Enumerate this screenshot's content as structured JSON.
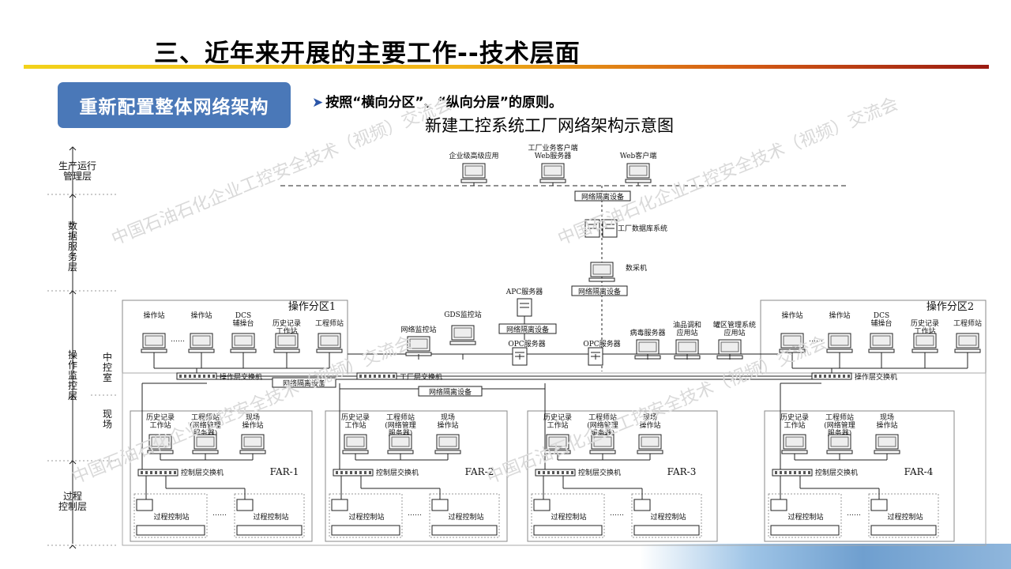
{
  "header": {
    "title": "三、近年来开展的主要工作--技术层面"
  },
  "section": {
    "label": "重新配置整体网络架构",
    "bullet": "按照“横向分区”、“纵向分层”的原则。"
  },
  "diagram": {
    "title": "新建工控系统工厂网络架构示意图",
    "layers": {
      "production": "生产运行\n管理层",
      "data_service": "数\n据\n服\n务\n层",
      "operation": "操\n作\n监\n控\n层",
      "central_room": "中\n控\n室",
      "field": "现\n场",
      "process": "过程\n控制层"
    },
    "top_clients": {
      "enterprise": "企业级高级应用",
      "plant_client": "工厂业务客户端\nWeb服务器",
      "web_client": "Web客户端"
    },
    "isolation": "网络隔离设备",
    "plant_db": "工厂数据库系统",
    "collector": "数采机",
    "apc_server": "APC服务器",
    "gds": "GDS监控站",
    "net_monitor": "网络监控站",
    "opc_server": "OPC服务器",
    "antivirus": "病毒服务器",
    "oil_blend": "油品调和\n应用站",
    "tank_mgmt": "罐区管理系统\n应用站",
    "plant_switch": "工厂层交换机",
    "zone1": "操作分区1",
    "zone2": "操作分区2",
    "operator_station": "操作站",
    "dcs_console": "DCS\n辅操台",
    "history_station": "历史记录\n工作站",
    "engineer_station": "工程师站",
    "engineer_mgmt": "工程师站\n(网络管理\n服务器)",
    "field_station": "现场\n操作站",
    "op_switch": "操作层交换机",
    "ctrl_switch": "控制层交换机",
    "process_station": "过程控制站",
    "dots": "……",
    "fars": [
      "FAR-1",
      "FAR-2",
      "FAR-3",
      "FAR-4"
    ]
  },
  "watermark": "中国石油石化企业工控安全技术（视频）交流会",
  "colors": {
    "pill": "#4a78b8",
    "bullet_arrow": "#2a55a8"
  }
}
